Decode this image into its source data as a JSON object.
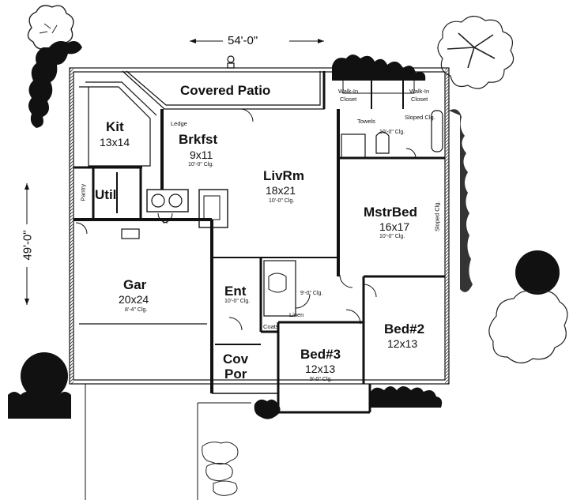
{
  "dimensions": {
    "width": "54'-0\"",
    "depth": "49'-0\""
  },
  "rooms": {
    "covered_patio": {
      "name": "Covered Patio"
    },
    "kit": {
      "name": "Kit",
      "size": "13x14"
    },
    "brkfst": {
      "name": "Brkfst",
      "size": "9x11",
      "ceiling": "10'-0\" Clg."
    },
    "livrm": {
      "name": "LivRm",
      "size": "18x21",
      "ceiling": "10'-0\" Clg."
    },
    "mstrbed": {
      "name": "MstrBed",
      "size": "16x17",
      "ceiling": "10'-0\" Clg."
    },
    "util": {
      "name": "Util"
    },
    "gar": {
      "name": "Gar",
      "size": "20x24",
      "ceiling": "8'-4\" Clg."
    },
    "ent": {
      "name": "Ent",
      "ceiling": "10'-0\" Clg."
    },
    "covpor": {
      "line1": "Cov",
      "line2": "Por"
    },
    "bed3": {
      "name": "Bed#3",
      "size": "12x13",
      "ceiling": "9'-0\" Clg."
    },
    "bed2": {
      "name": "Bed#2",
      "size": "12x13"
    }
  },
  "notes": {
    "ledge": "Ledge",
    "pantry": "Pantry",
    "towels": "Towels",
    "walkin_left_1": "Walk-In",
    "walkin_left_2": "Closet",
    "walkin_right_1": "Walk-In",
    "walkin_right_2": "Closet",
    "sloped_clg_top": "Sloped Clg.",
    "sloped_clg_side": "Sloped Clg.",
    "bath_clg": "10'-0\" Clg.",
    "hall_clg": "9'-0\" Clg.",
    "linen": "Linen",
    "coats": "Coats"
  }
}
